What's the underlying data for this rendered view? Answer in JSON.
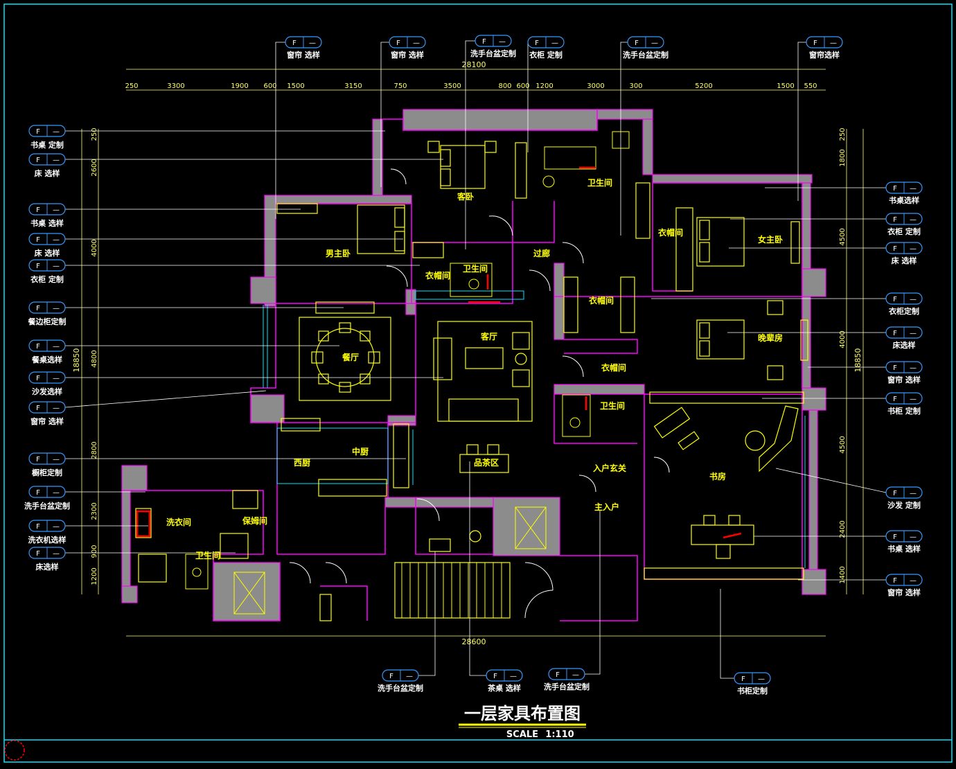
{
  "title": "一层家具布置图",
  "scale_label": "SCALE",
  "scale_value": "1:110",
  "colors": {
    "background": "#000000",
    "frame": "#00e5ff",
    "wall": "#8c8c8c",
    "wall_line": "#ff00ff",
    "furniture": "#ffff00",
    "leader": "#ffffff",
    "tag": "#3399ff",
    "dimension": "#ffff66",
    "red": "#ff0000"
  },
  "top_dims": {
    "total": "28100",
    "segments": [
      "250",
      "3300",
      "1900",
      "600",
      "1500",
      "3150",
      "750",
      "3500",
      "800",
      "600",
      "1200",
      "3000",
      "300",
      "5200",
      "1500",
      "550"
    ]
  },
  "bottom_dim": "28600",
  "left_dims": {
    "total": "18850",
    "segments": [
      "250",
      "2600",
      "4000",
      "4800",
      "2800",
      "2300",
      "900",
      "1200"
    ]
  },
  "right_dims": {
    "total": "18850",
    "segments": [
      "250",
      "1800",
      "4500",
      "4000",
      "4500",
      "2400",
      "1400"
    ]
  },
  "rooms": [
    {
      "label": "客卧"
    },
    {
      "label": "卫生间"
    },
    {
      "label": "男主卧"
    },
    {
      "label": "衣帽间"
    },
    {
      "label": "卫生间"
    },
    {
      "label": "过廊"
    },
    {
      "label": "衣帽间"
    },
    {
      "label": "女主卧"
    },
    {
      "label": "衣帽间"
    },
    {
      "label": "客厅"
    },
    {
      "label": "餐厅"
    },
    {
      "label": "晚辈房"
    },
    {
      "label": "衣帽间"
    },
    {
      "label": "卫生间"
    },
    {
      "label": "中厨"
    },
    {
      "label": "西厨"
    },
    {
      "label": "品茶区"
    },
    {
      "label": "入户玄关"
    },
    {
      "label": "主入户"
    },
    {
      "label": "书房"
    },
    {
      "label": "洗衣间"
    },
    {
      "label": "保姆间"
    },
    {
      "label": "卫生间"
    }
  ],
  "tags_top": [
    {
      "code": "F",
      "dash": "—",
      "label": "窗帘 选样"
    },
    {
      "code": "F",
      "dash": "—",
      "label": "窗帘 选样"
    },
    {
      "code": "F",
      "dash": "—",
      "label": "洗手台盆定制"
    },
    {
      "code": "F",
      "dash": "—",
      "label": "衣柜 定制"
    },
    {
      "code": "F",
      "dash": "—",
      "label": "洗手台盆定制"
    },
    {
      "code": "F",
      "dash": "—",
      "label": "窗帘选样"
    }
  ],
  "tags_left": [
    {
      "code": "F",
      "dash": "—",
      "label": "书桌 定制"
    },
    {
      "code": "F",
      "dash": "—",
      "label": "床 选样"
    },
    {
      "code": "F",
      "dash": "—",
      "label": "书桌 选样"
    },
    {
      "code": "F",
      "dash": "—",
      "label": "床 选样"
    },
    {
      "code": "F",
      "dash": "—",
      "label": "衣柜 定制"
    },
    {
      "code": "F",
      "dash": "—",
      "label": "餐边柜定制"
    },
    {
      "code": "F",
      "dash": "—",
      "label": "餐桌选样"
    },
    {
      "code": "F",
      "dash": "—",
      "label": "沙发选样"
    },
    {
      "code": "F",
      "dash": "—",
      "label": "窗帘 选样"
    },
    {
      "code": "F",
      "dash": "—",
      "label": "橱柜定制"
    },
    {
      "code": "F",
      "dash": "—",
      "label": "洗手台盆定制"
    },
    {
      "code": "F",
      "dash": "—",
      "label": "洗衣机选样"
    },
    {
      "code": "F",
      "dash": "—",
      "label": "床选样"
    }
  ],
  "tags_right": [
    {
      "code": "F",
      "dash": "—",
      "label": "书桌选样"
    },
    {
      "code": "F",
      "dash": "—",
      "label": "衣柜 定制"
    },
    {
      "code": "F",
      "dash": "—",
      "label": "床 选样"
    },
    {
      "code": "F",
      "dash": "—",
      "label": "衣柜定制"
    },
    {
      "code": "F",
      "dash": "—",
      "label": "床选样"
    },
    {
      "code": "F",
      "dash": "—",
      "label": "窗帘 选样"
    },
    {
      "code": "F",
      "dash": "—",
      "label": "书柜 定制"
    },
    {
      "code": "F",
      "dash": "—",
      "label": "沙发 定制"
    },
    {
      "code": "F",
      "dash": "—",
      "label": "书桌 选样"
    },
    {
      "code": "F",
      "dash": "—",
      "label": "窗帘 选样"
    }
  ],
  "tags_bottom": [
    {
      "code": "F",
      "dash": "—",
      "label": "洗手台盆定制"
    },
    {
      "code": "F",
      "dash": "—",
      "label": "茶桌 选样"
    },
    {
      "code": "F",
      "dash": "—",
      "label": "洗手台盆定制"
    },
    {
      "code": "F",
      "dash": "—",
      "label": "书柜定制"
    }
  ]
}
